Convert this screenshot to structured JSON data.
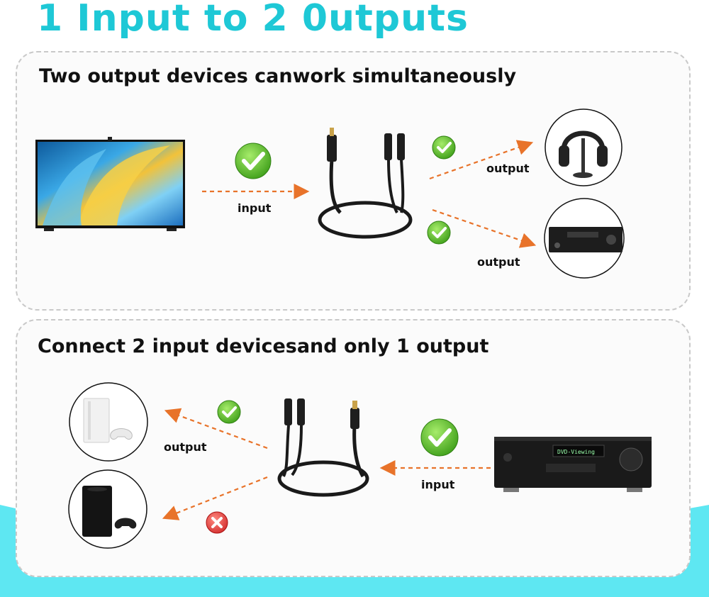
{
  "page": {
    "title": "1 Input to 2 0utputs",
    "accent_color": "#1ec8d6"
  },
  "section_top": {
    "heading": "Two output devices canwork simultaneously",
    "source_device": "tv",
    "output_label_1": "output",
    "output_label_2": "output",
    "input_label": "input",
    "icons": [
      "tv-icon",
      "splitter-cable-icon",
      "headphones-icon",
      "av-receiver-icon",
      "check-icon"
    ]
  },
  "section_bottom": {
    "heading": "Connect 2 input devicesand only 1 output",
    "output_label": "output",
    "input_label": "input",
    "icons": [
      "game-console-icon",
      "xbox-console-icon",
      "splitter-cable-icon",
      "av-receiver-icon",
      "check-icon",
      "cross-icon"
    ]
  },
  "colors": {
    "arrow": "#e8732a",
    "check": "#5cc02c",
    "cross": "#e53935"
  }
}
